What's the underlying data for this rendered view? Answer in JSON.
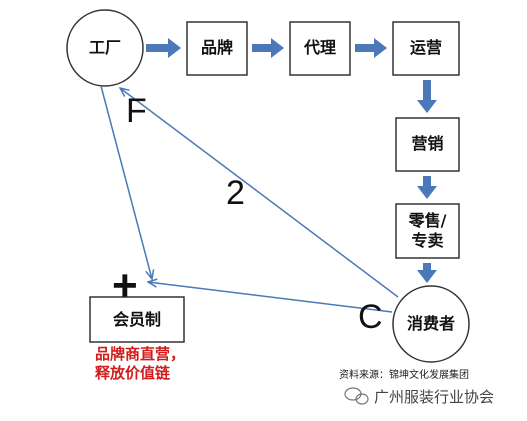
{
  "nodes": {
    "factory": "工厂",
    "brand": "品牌",
    "agent": "代理",
    "operation": "运营",
    "marketing": "营销",
    "retail_line1": "零售/",
    "retail_line2": "专卖",
    "consumer": "消费者",
    "membership": "会员制"
  },
  "labels": {
    "f": "F",
    "two": "2",
    "c": "C",
    "plus": "+"
  },
  "note": {
    "line1": "品牌商直营，",
    "line2": "释放价值链"
  },
  "source": "资料来源：锦坤文化发展集团",
  "watermark": "广州服装行业协会",
  "colors": {
    "arrow_fill": "#4a78b8",
    "connector": "#4a78b8",
    "node_border": "#333333",
    "note_text": "#d21c1c"
  }
}
